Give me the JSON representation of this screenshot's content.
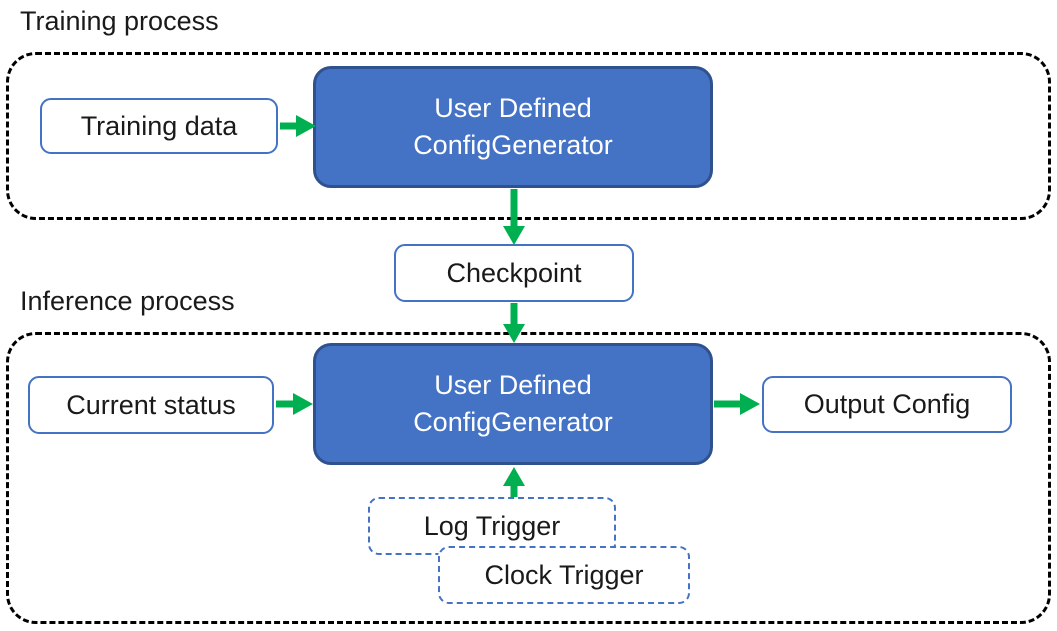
{
  "colors": {
    "generator_fill": "#4472C4",
    "generator_border": "#2F528F",
    "node_border_blue": "#4472C4",
    "arrow_green": "#00B050",
    "container_border": "#000000",
    "text_dark": "#1a1a1a",
    "text_white": "#ffffff"
  },
  "training": {
    "label": "Training process",
    "input_box": "Training data",
    "generator_line1": "User Defined",
    "generator_line2": "ConfigGenerator"
  },
  "checkpoint": {
    "label": "Checkpoint"
  },
  "inference": {
    "label": "Inference process",
    "input_box": "Current status",
    "generator_line1": "User Defined",
    "generator_line2": "ConfigGenerator",
    "output_box": "Output Config",
    "log_trigger": "Log Trigger",
    "clock_trigger": "Clock Trigger"
  }
}
